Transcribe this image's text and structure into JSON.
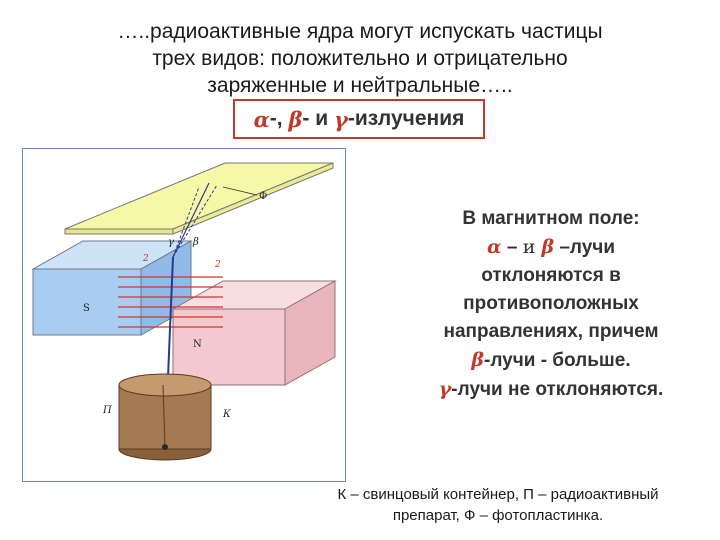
{
  "headline": {
    "line1": "…..радиоактивные ядра могут испускать частицы",
    "line2": "трех видов: положительно и отрицательно",
    "line3": "заряженные и нейтральные….."
  },
  "subtitle": {
    "alpha": "α",
    "sep1": "-, ",
    "beta": "β",
    "sep2": "- и ",
    "gamma": "γ",
    "rest": "-излучения"
  },
  "figure": {
    "labels": {
      "photoplate": "Ф",
      "gamma": "γ",
      "beta": "β",
      "alpha_line": "2",
      "beta_line": "2",
      "south": "S",
      "north": "N",
      "preparation": "П",
      "container": "К"
    },
    "colors": {
      "plate": "#f7f7a8",
      "magnet_s": "#a9cdf0",
      "magnet_n": "#f3c9cf",
      "container": "#a47a52",
      "field": "#d8322b"
    }
  },
  "explanation": {
    "title": "В магнитном поле:",
    "alpha": "α",
    "dash1": " – ",
    "and_text": "и ",
    "beta": "β",
    "rays": " –лучи",
    "line3": "отклоняются в",
    "line4": "противоположных",
    "line5": "направлениях, причем",
    "beta2": "β",
    "line6_rest": "-лучи - больше.",
    "gamma": "γ",
    "line7_rest": "-лучи не отклоняются."
  },
  "caption": {
    "line1": "К – свинцовый контейнер, П – радиоактивный",
    "line2": "препарат, Ф – фотопластинка."
  }
}
